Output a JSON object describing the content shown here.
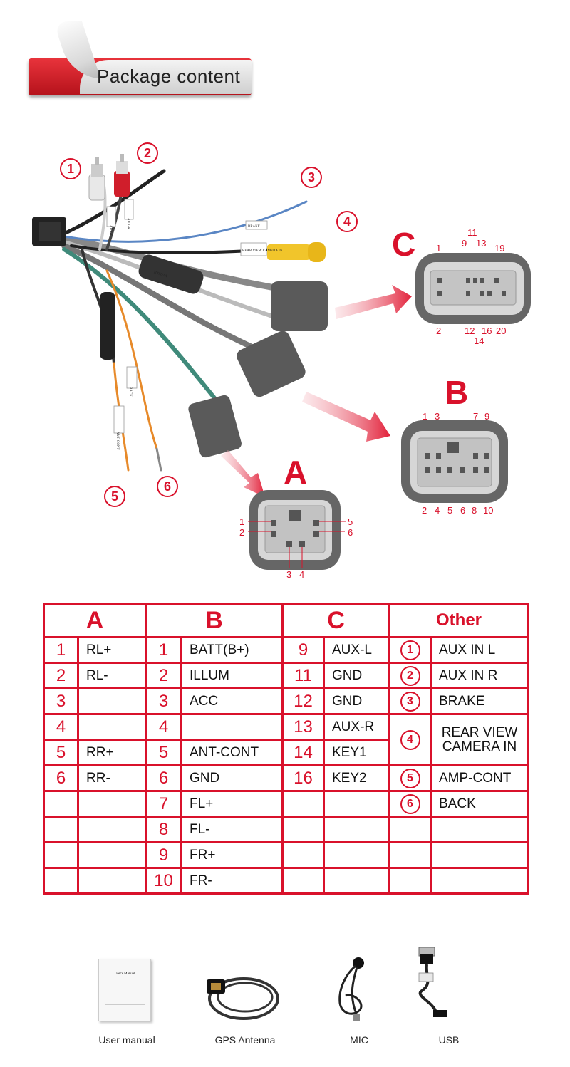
{
  "header": {
    "title": "Package content"
  },
  "colors": {
    "accent": "#d9112b",
    "banner": "#c8161f",
    "foam": "#5a5a5a"
  },
  "diagram": {
    "callouts": [
      "1",
      "2",
      "3",
      "4",
      "5",
      "6"
    ],
    "wire_tags": {
      "aux_l": "AUX-L",
      "aux_r": "AUX-R",
      "brake": "BRAKE",
      "rear_view": "REAR VIEW CAMERA IN",
      "back": "BACK",
      "amp": "AMP CONT",
      "box": "TOYOTA"
    },
    "connectors": {
      "A": {
        "letter": "A",
        "pins_left": [
          "1",
          "2"
        ],
        "pins_right": [
          "5",
          "6"
        ],
        "pins_bottom": [
          "3",
          "4"
        ]
      },
      "B": {
        "letter": "B",
        "pins_top": [
          "1",
          "3",
          "7",
          "9"
        ],
        "pins_bottom": [
          "2",
          "4",
          "5",
          "6",
          "8",
          "10"
        ]
      },
      "C": {
        "letter": "C",
        "pins_top": [
          "1",
          "9",
          "11",
          "13",
          "19"
        ],
        "pins_bottom": [
          "2",
          "12",
          "16",
          "20"
        ],
        "pins_extra": [
          "14"
        ]
      }
    }
  },
  "table": {
    "headers": [
      "A",
      "B",
      "C",
      "Other"
    ],
    "rows": [
      {
        "a_num": "1",
        "a_lbl": "RL+",
        "b_num": "1",
        "b_lbl": "BATT(B+)",
        "c_num": "9",
        "c_lbl": "AUX-L",
        "o_num": "1",
        "o_lbl": "AUX IN L"
      },
      {
        "a_num": "2",
        "a_lbl": "RL-",
        "b_num": "2",
        "b_lbl": "ILLUM",
        "c_num": "11",
        "c_lbl": "GND",
        "o_num": "2",
        "o_lbl": "AUX IN R"
      },
      {
        "a_num": "3",
        "a_lbl": "",
        "b_num": "3",
        "b_lbl": "ACC",
        "c_num": "12",
        "c_lbl": "GND",
        "o_num": "3",
        "o_lbl": "BRAKE"
      },
      {
        "a_num": "4",
        "a_lbl": "",
        "b_num": "4",
        "b_lbl": "",
        "c_num": "13",
        "c_lbl": "AUX-R",
        "o_num": "4",
        "o_lbl": "REAR VIEW CAMERA IN"
      },
      {
        "a_num": "5",
        "a_lbl": "RR+",
        "b_num": "5",
        "b_lbl": "ANT-CONT",
        "c_num": "14",
        "c_lbl": "KEY1"
      },
      {
        "a_num": "6",
        "a_lbl": "RR-",
        "b_num": "6",
        "b_lbl": "GND",
        "c_num": "16",
        "c_lbl": "KEY2",
        "o_num": "5",
        "o_lbl": "AMP-CONT"
      },
      {
        "a_num": "",
        "a_lbl": "",
        "b_num": "7",
        "b_lbl": "FL+",
        "c_num": "",
        "c_lbl": "",
        "o_num": "6",
        "o_lbl": "BACK"
      },
      {
        "a_num": "",
        "a_lbl": "",
        "b_num": "8",
        "b_lbl": "FL-",
        "c_num": "",
        "c_lbl": "",
        "o_num": "",
        "o_lbl": ""
      },
      {
        "a_num": "",
        "a_lbl": "",
        "b_num": "9",
        "b_lbl": "FR+",
        "c_num": "",
        "c_lbl": "",
        "o_num": "",
        "o_lbl": ""
      },
      {
        "a_num": "",
        "a_lbl": "",
        "b_num": "10",
        "b_lbl": "FR-",
        "c_num": "",
        "c_lbl": "",
        "o_num": "",
        "o_lbl": ""
      }
    ]
  },
  "accessories": [
    {
      "label": "User manual",
      "icon": "manual-icon",
      "manual_title": "User's Manual"
    },
    {
      "label": "GPS Antenna",
      "icon": "gps-antenna-icon"
    },
    {
      "label": "MIC",
      "icon": "mic-icon"
    },
    {
      "label": "USB",
      "icon": "usb-cable-icon"
    }
  ]
}
